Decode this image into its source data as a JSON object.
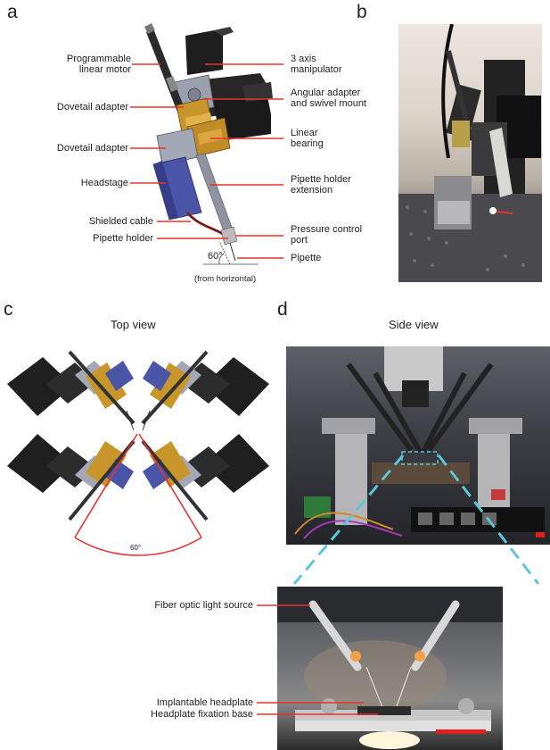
{
  "panels": {
    "a": "a",
    "b": "b",
    "c": "c",
    "d": "d"
  },
  "panel_a": {
    "left_labels": [
      "Programmable\nlinear motor",
      "Dovetail adapter",
      "Dovetail adapter",
      "Headstage",
      "Shielded cable",
      "Pipette holder"
    ],
    "right_labels": [
      "3 axis\nmanipulator",
      "Angular adapter\nand swivel mount",
      "Linear\nbearing",
      "Pipette holder\nextension",
      "Pressure control\nport",
      "Pipette"
    ],
    "angle_label": "60°",
    "angle_note": "(from horizontal)"
  },
  "panel_c": {
    "title": "Top view",
    "angle_label": "60°"
  },
  "panel_d": {
    "title": "Side view",
    "inset_labels": [
      "Fiber optic light source",
      "Implantable headplate",
      "Headplate fixation base"
    ]
  },
  "colors": {
    "callout_line": "#e8322d",
    "scale_bar": "#e0201b",
    "inset_dash": "#5bc6d8"
  }
}
